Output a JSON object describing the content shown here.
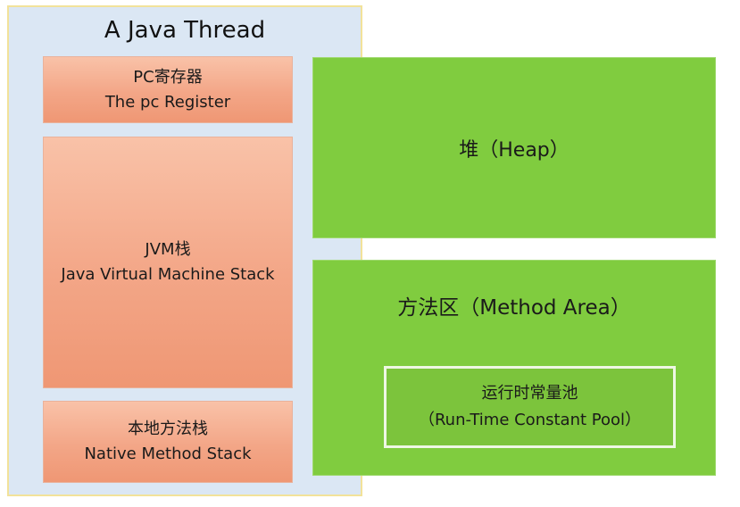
{
  "thread": {
    "title": "A Java Thread",
    "pc_register": {
      "line1": "PC寄存器",
      "line2": "The pc Register"
    },
    "jvm_stack": {
      "line1": "JVM栈",
      "line2": "Java Virtual Machine Stack"
    },
    "native_stack": {
      "line1": "本地方法栈",
      "line2": "Native Method Stack"
    }
  },
  "heap": {
    "label": "堆（Heap）"
  },
  "method_area": {
    "label": "方法区（Method Area）",
    "constant_pool": {
      "line1": "运行时常量池",
      "line2": "（Run-Time Constant Pool）"
    }
  },
  "colors": {
    "thread_bg": "#dbe7f4",
    "thread_border": "#f2e29a",
    "orange_box": "#f3a687",
    "green_box": "#80cc3f"
  }
}
